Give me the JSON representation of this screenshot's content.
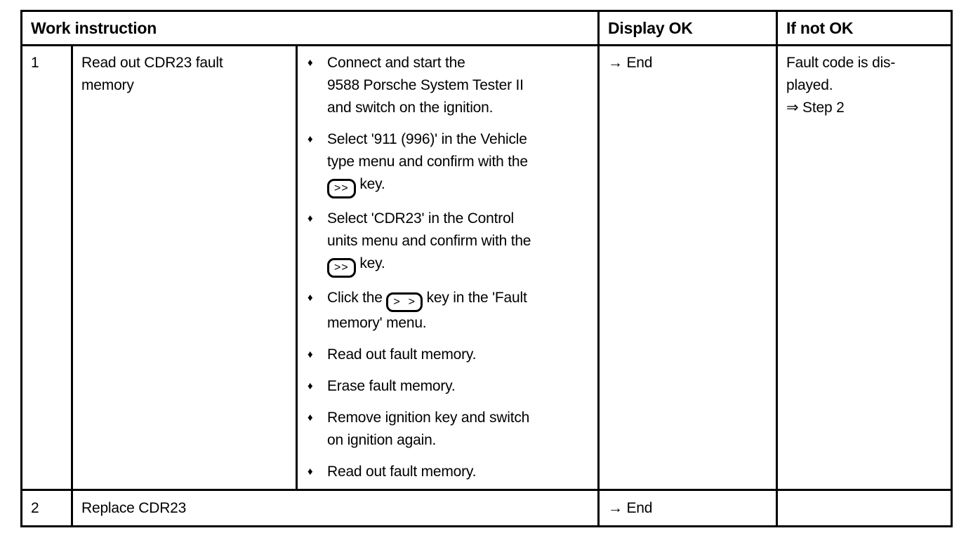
{
  "icons": {
    "bullet": "♦",
    "right_arrow": "→",
    "double_right_arrow": "⇒"
  },
  "colors": {
    "border": "#000000",
    "text": "#000000",
    "background": "#ffffff"
  },
  "table": {
    "header": {
      "work_instruction": "Work instruction",
      "display_ok": "Display OK",
      "if_not_ok": "If not OK"
    },
    "rows": [
      {
        "step": "1",
        "instruction": "Read out CDR23 fault\nmemory",
        "details": [
          [
            {
              "text": "Connect and start the\n9588 Porsche System Tester II\nand switch on the ignition."
            }
          ],
          [
            {
              "text": "Select '911 (996)' in the Vehicle\ntype menu and confirm with the\n"
            },
            {
              "key": ">>"
            },
            {
              "text": " key."
            }
          ],
          [
            {
              "text": "Select 'CDR23' in the Control\nunits menu and confirm with the\n"
            },
            {
              "key": ">>"
            },
            {
              "text": " key."
            }
          ],
          [
            {
              "text": "Click the "
            },
            {
              "key": ">  >"
            },
            {
              "text": " key in the 'Fault\nmemory' menu."
            }
          ],
          [
            {
              "text": "Read out fault memory."
            }
          ],
          [
            {
              "text": "Erase fault memory."
            }
          ],
          [
            {
              "text": "Remove ignition key and switch\non ignition again."
            }
          ],
          [
            {
              "text": "Read out fault memory."
            }
          ]
        ],
        "display_ok": "→ End",
        "if_not_ok": "Fault code is dis-\nplayed.\n⇒ Step 2"
      },
      {
        "step": "2",
        "instruction": "Replace CDR23",
        "display_ok": "→ End",
        "if_not_ok": ""
      }
    ]
  }
}
